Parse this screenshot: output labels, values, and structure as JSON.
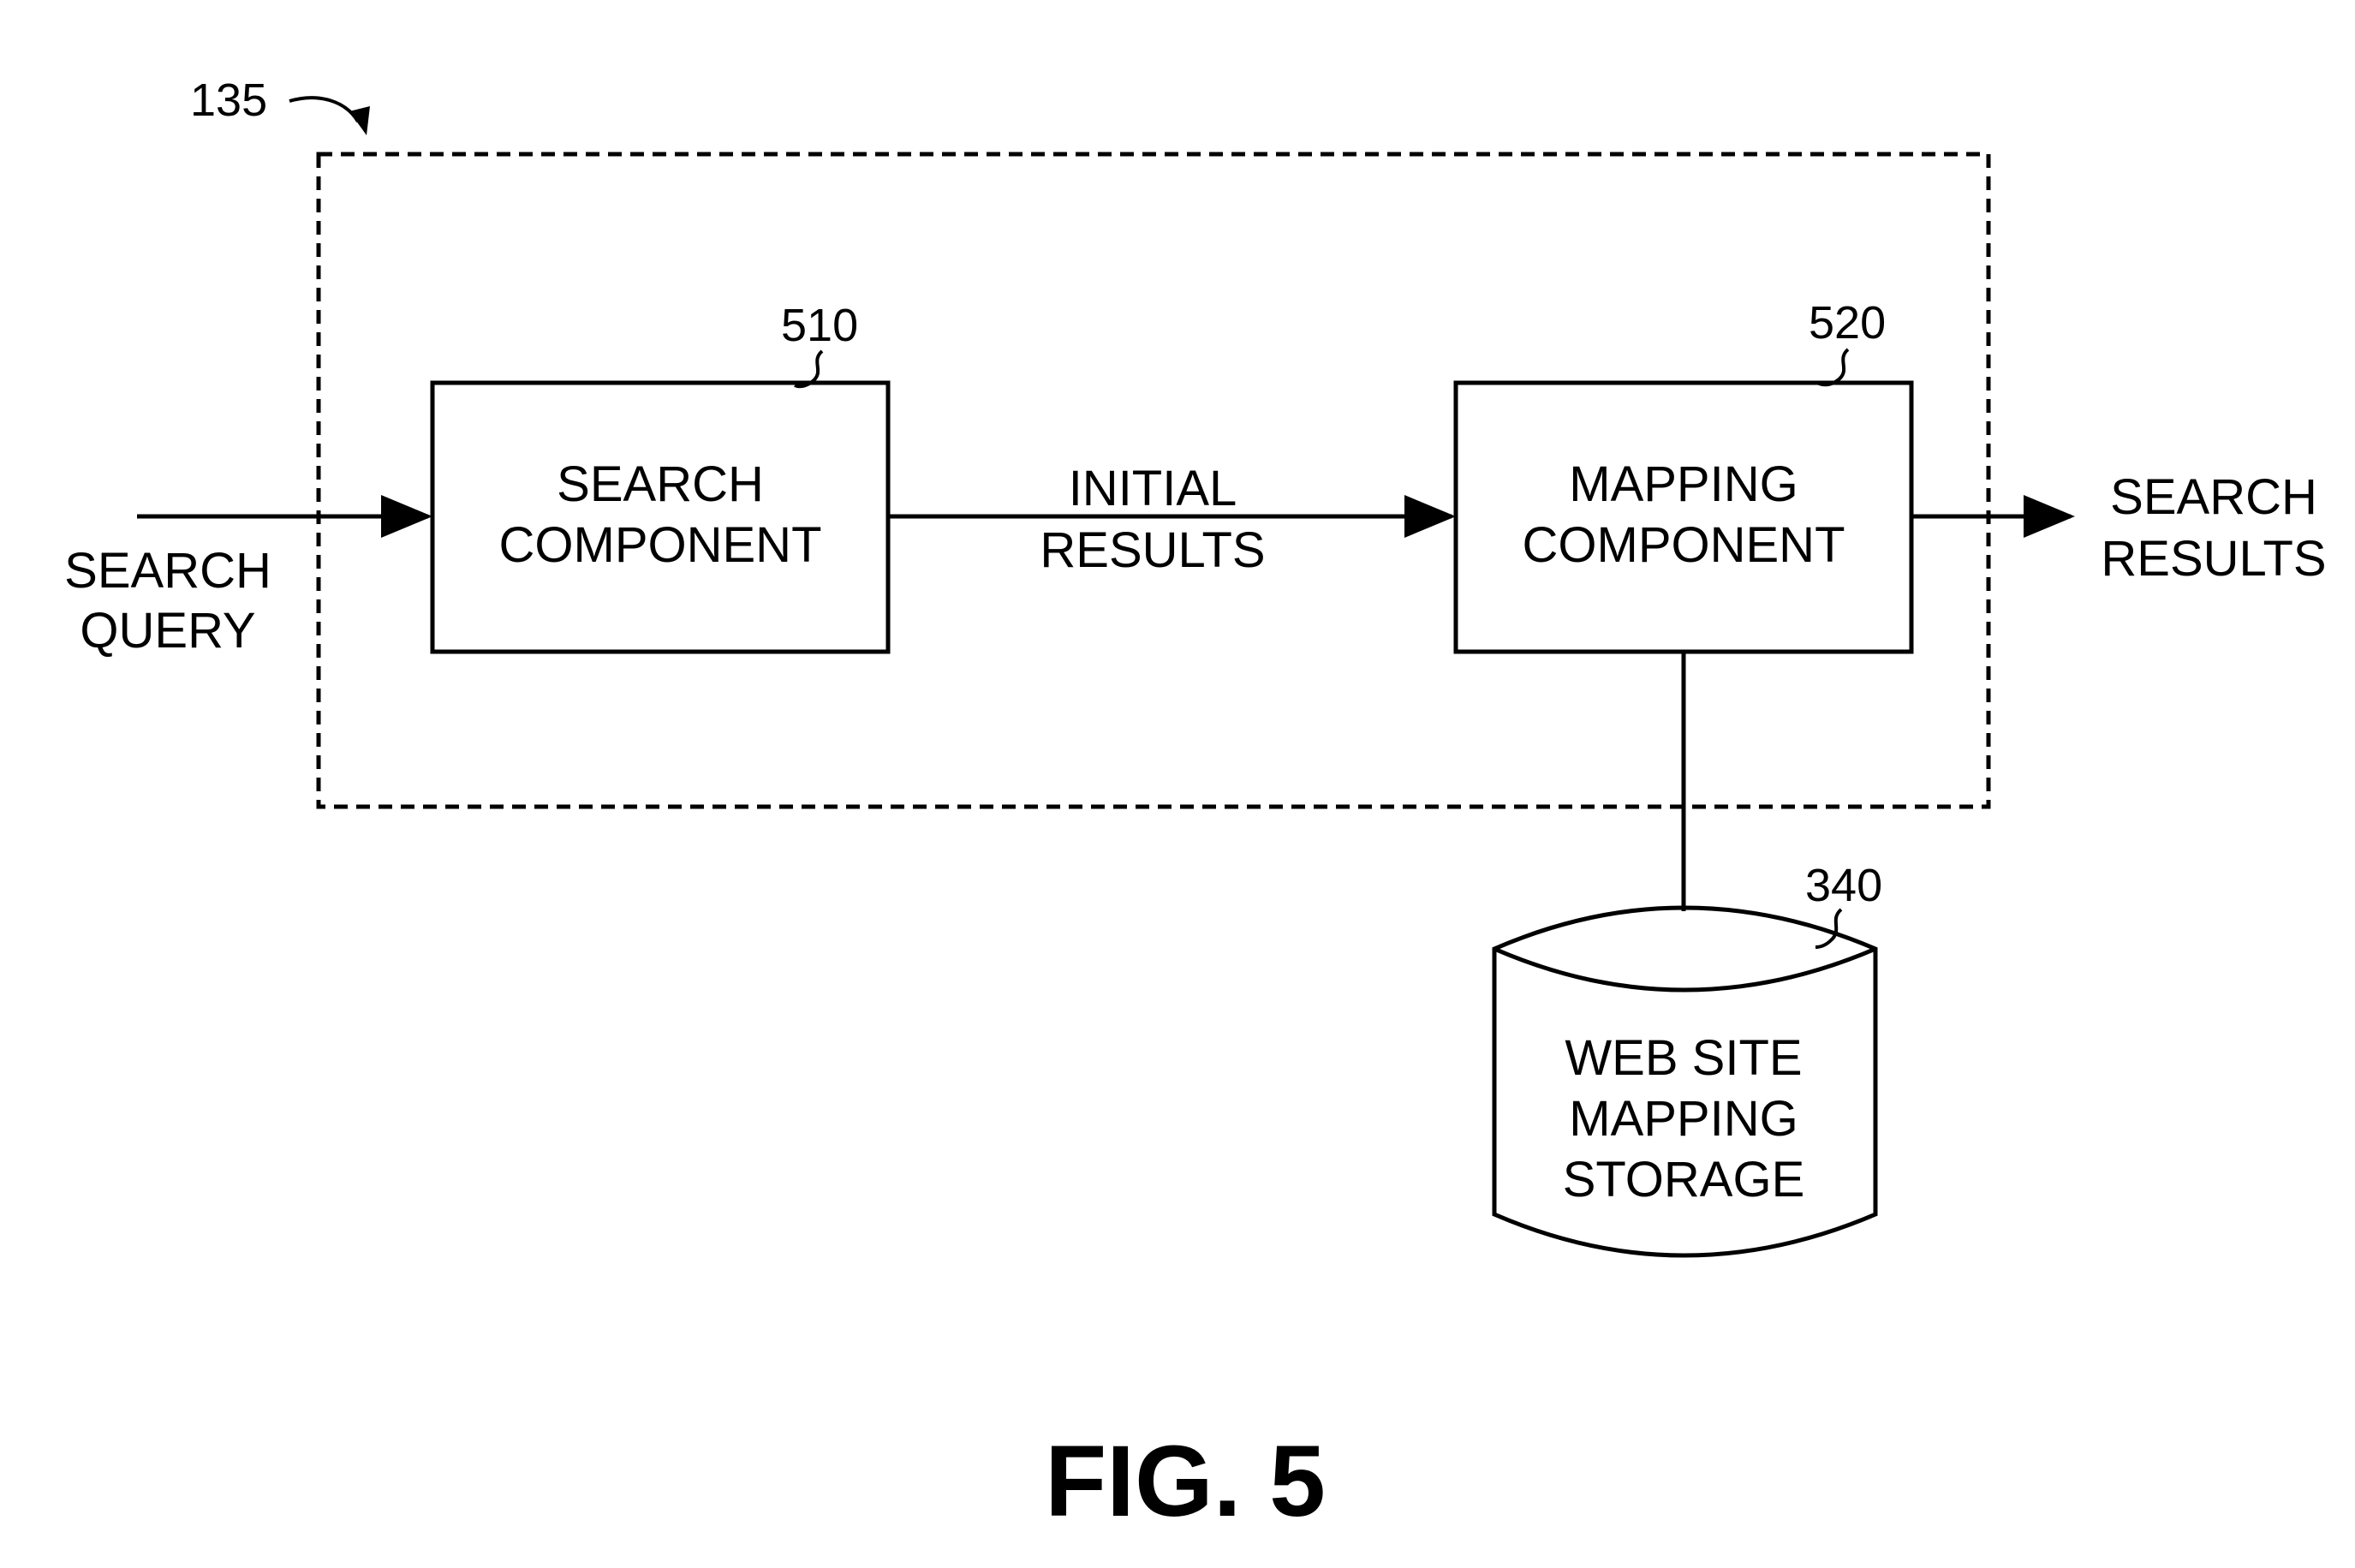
{
  "figure": {
    "caption": "FIG. 5"
  },
  "system": {
    "ref": "135"
  },
  "nodes": {
    "search_component": {
      "ref": "510",
      "label_lines": [
        "SEARCH",
        "COMPONENT"
      ]
    },
    "mapping_component": {
      "ref": "520",
      "label_lines": [
        "MAPPING",
        "COMPONENT"
      ]
    },
    "storage": {
      "ref": "340",
      "label_lines": [
        "WEB SITE",
        "MAPPING",
        "STORAGE"
      ]
    }
  },
  "edges": {
    "search_query": {
      "label_lines": [
        "SEARCH",
        "QUERY"
      ]
    },
    "initial_results": {
      "label_lines": [
        "INITIAL",
        "RESULTS"
      ]
    },
    "search_results": {
      "label_lines": [
        "SEARCH",
        "RESULTS"
      ]
    }
  },
  "colors": {
    "stroke": "#000000",
    "background": "#ffffff"
  }
}
